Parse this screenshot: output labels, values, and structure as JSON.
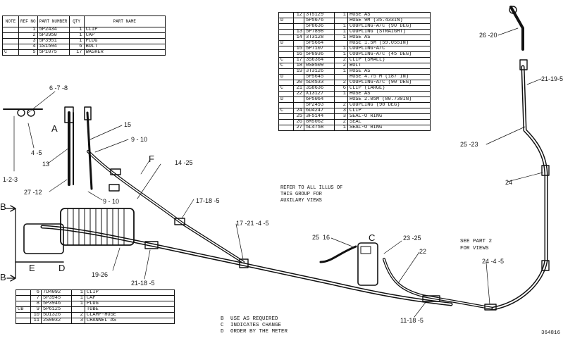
{
  "top_left_table": {
    "headers": [
      "NOTE",
      "REF NO",
      "PART NUMBER",
      "QTY",
      "PART NAME"
    ],
    "rows": [
      [
        "",
        "1",
        "5P2434",
        "1",
        "CLIP"
      ],
      [
        "",
        "2",
        "5P3950",
        "1",
        "CAP"
      ],
      [
        "",
        "3",
        "5P3951",
        "1",
        "PLUG"
      ],
      [
        "",
        "4",
        "1S1594",
        "6",
        "BOLT"
      ],
      [
        "C",
        "5",
        "5P1075",
        "17",
        "WASHER"
      ]
    ]
  },
  "top_right_table": {
    "rows": [
      [
        "",
        "12",
        "3T5129",
        "1",
        "HOSE AS"
      ],
      [
        "D",
        "",
        "5P5676",
        "",
        "HOSE 9M (35.433IN)"
      ],
      [
        "",
        "",
        "5P8636",
        "1",
        "COUPLING-A/C (90 DEG)"
      ],
      [
        "",
        "13",
        "5P7898",
        "1",
        "COUPLING (STRAIGHT)"
      ],
      [
        "",
        "14",
        "3T3128",
        "1",
        "HOSE AS"
      ],
      [
        "D",
        "",
        "5P5664",
        "",
        "HOSE 1.5M (59.055IN)"
      ],
      [
        "",
        "15",
        "5P7107",
        "1",
        "COUPLING-A/C"
      ],
      [
        "",
        "16",
        "5P8936",
        "1",
        "COUPLING-A/C (45 DEG)"
      ],
      [
        "C",
        "17",
        "3S6364",
        "2",
        "CLIP (SMALL)"
      ],
      [
        "C",
        "18",
        "0S0509",
        "2",
        "BOLT"
      ],
      [
        "",
        "19",
        "3T3126",
        "1",
        "HOSE AS"
      ],
      [
        "D",
        "",
        "5P5645",
        "",
        "HOSE 4.75 M (187 IN)"
      ],
      [
        "",
        "20",
        "5D4533",
        "2",
        "COUPLING-A/C (90 DEG)"
      ],
      [
        "C",
        "21",
        "3S8636",
        "6",
        "CLIP (LARGE)"
      ],
      [
        "",
        "22",
        "X13127",
        "1",
        "HOSE AS"
      ],
      [
        "D",
        "",
        "6P5064",
        "",
        "HOSE 2.05M (80.730IN)"
      ],
      [
        "",
        "",
        "5P2493",
        "2",
        "COUPLING (90 DEG)"
      ],
      [
        "C",
        "24",
        "6D4247",
        "3",
        "CLIP"
      ],
      [
        "",
        "25",
        "3F5144",
        "3",
        "SEAL-O RING"
      ],
      [
        "",
        "26",
        "8M5062",
        "2",
        "SEAL"
      ],
      [
        "",
        "27",
        "5L4758",
        "1",
        "SEAL-O RING"
      ]
    ],
    "note": "REFER TO ALL ILLUS OF THIS GROUP FOR AUXILARY VIEWS"
  },
  "bottom_left_table": {
    "rows": [
      [
        "",
        "6",
        "7D4092",
        "1",
        "CLIP"
      ],
      [
        "",
        "7",
        "5P3945",
        "1",
        "CAP"
      ],
      [
        "",
        "8",
        "5P3946",
        "1",
        "PLUG"
      ],
      [
        "CB",
        "9",
        "5P6125",
        "",
        "TUBE"
      ],
      [
        "",
        "10",
        "5D1326",
        "2",
        "CLAMP-HOSE"
      ],
      [
        "",
        "11",
        "2S9032",
        "3",
        "CHANNEL AS"
      ]
    ]
  },
  "legend": {
    "items": [
      {
        "key": "B",
        "text": "USE AS REQUIRED"
      },
      {
        "key": "C",
        "text": "INDICATES CHANGE"
      },
      {
        "key": "D",
        "text": "ORDER BY THE METER"
      }
    ]
  },
  "see_part": "SEE PART 2 FOR VIEWS",
  "figure_number": "364816",
  "callouts": {
    "c_678": "6 -7 -8",
    "c_45": "4 -5",
    "c_123": "1-2-3",
    "c_2712": "27 -12",
    "c_13": "13",
    "c_15": "15",
    "c_910a": "9 - 10",
    "c_910b": "9 - 10",
    "c_1425": "14 -25",
    "c_17185a": "17-18 -5",
    "c_172145": "17 -21 -4 -5",
    "c_1926": "19-26",
    "c_21185": "21-18 -5",
    "c_2516": "25  16",
    "c_2325": "23 -25",
    "c_22": "22",
    "c_11185": "11-18 -5",
    "c_2445": "24 -4 -5",
    "c_2620": "26 -20",
    "c_21195": "21-19-5",
    "c_2523": "25 -23",
    "c_24": "24"
  },
  "letters": {
    "A": "A",
    "B1": "B",
    "B2": "B",
    "C": "C",
    "D": "D",
    "E": "E",
    "F": "F"
  }
}
